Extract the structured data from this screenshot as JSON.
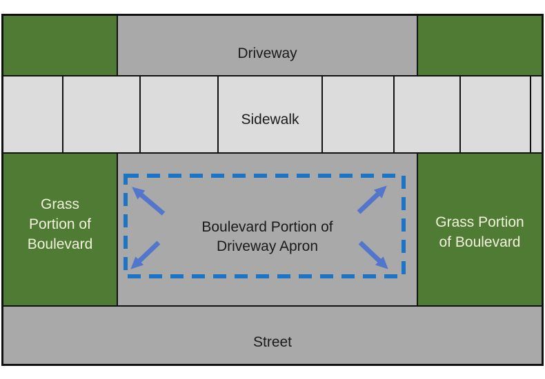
{
  "labels": {
    "driveway": "Driveway",
    "sidewalk": "Sidewalk",
    "street": "Street"
  },
  "grass_left": {
    "lines": [
      "Grass",
      "Portion of",
      "Boulevard"
    ]
  },
  "grass_right": {
    "lines": [
      "Grass Portion",
      "of Boulevard"
    ]
  },
  "apron": {
    "lines": [
      "Boulevard Portion of",
      "Driveway Apron"
    ]
  },
  "colors": {
    "grass-green": "#4f7b34",
    "pavement-gray": "#a9a9a9",
    "sidewalk-gray": "#dcdcdc",
    "border-black": "#111111",
    "dash-blue": "#1e74c4",
    "arrow-blue": "#5276cc",
    "grass-text": "#f2f2dd",
    "label-text": "#1a1a1a"
  }
}
